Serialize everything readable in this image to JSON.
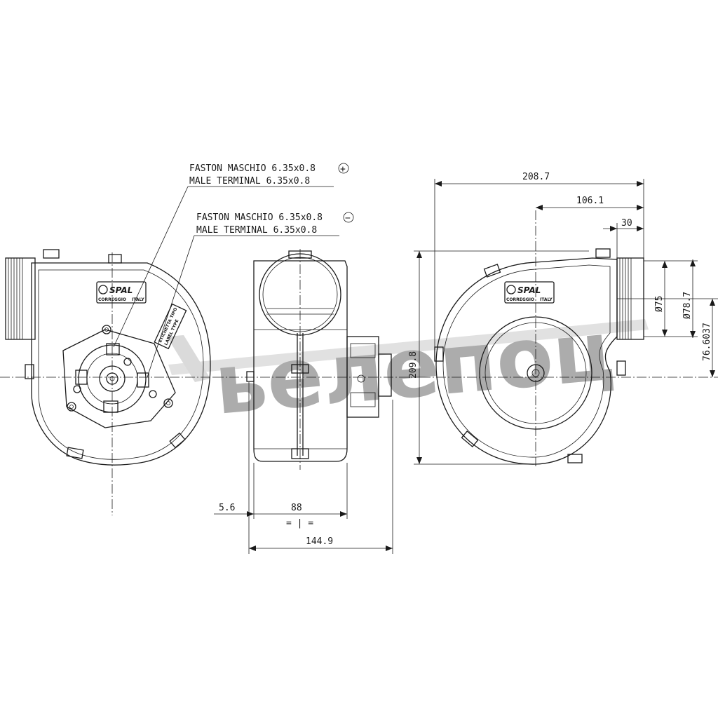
{
  "annotations": {
    "positive_terminal_it": "FASTON MASCHIO 6.35x0.8",
    "positive_terminal_en": "MALE TERMINAL 6.35x0.8",
    "positive_symbol": "+",
    "negative_terminal_it": "FASTON MASCHIO 6.35x0.8",
    "negative_terminal_en": "MALE TERMINAL 6.35x0.8",
    "negative_symbol": "−"
  },
  "dimensions": {
    "overall_width": "208.7",
    "center_to_outlet": "106.1",
    "outlet_length": "30",
    "overall_height": "209.8",
    "outlet_inner_diameter": "Ø75",
    "outlet_outer_diameter": "Ø78.7",
    "outlet_offset": "76.6037",
    "flange_offset": "5.6",
    "housing_width": "88",
    "overall_depth": "144.9",
    "symmetry_mark": "= | ="
  },
  "logo": {
    "brand": "SPAL",
    "subtitle_left": "CORREGGIO",
    "subtitle_right": "ITALY"
  },
  "label_sticker": {
    "line1": "ETICHETTA TIPO",
    "line2": "LABEL TYPE"
  },
  "watermark": {
    "text": "ьелепоц"
  }
}
